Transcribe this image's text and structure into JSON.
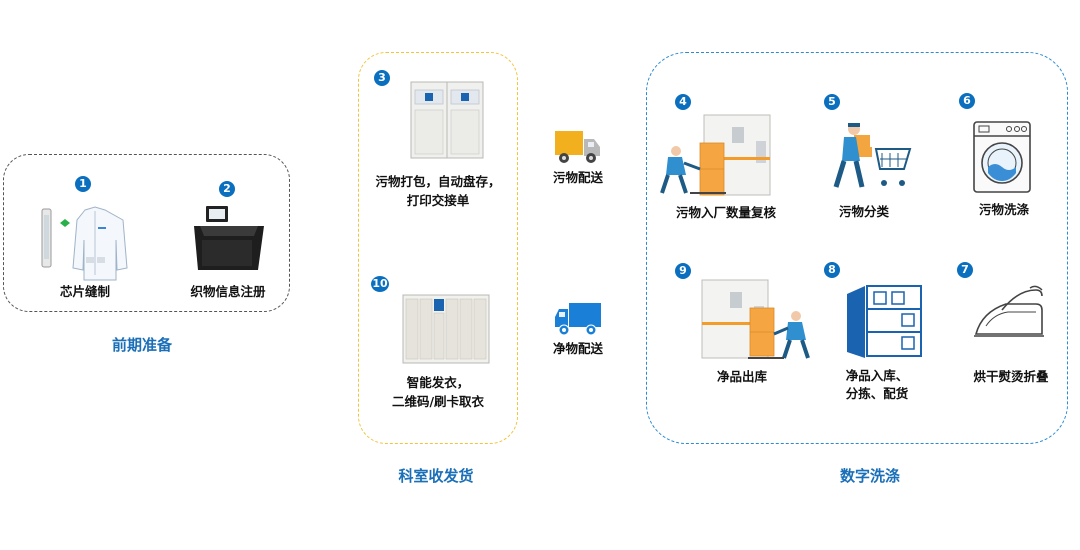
{
  "groups": {
    "prep": {
      "title": "前期准备"
    },
    "dept": {
      "title": "科室收发货"
    },
    "wash": {
      "title": "数字洗涤"
    }
  },
  "steps": [
    {
      "num": "1",
      "label": "芯片缝制",
      "icon": "chip-coat-icon"
    },
    {
      "num": "2",
      "label": "织物信息注册",
      "icon": "registration-machine-icon"
    },
    {
      "num": "3",
      "label": "污物打包，自动盘存，",
      "label2": "打印交接单",
      "icon": "cabinet-icon"
    },
    {
      "num": "4",
      "label": "污物入厂数量复核",
      "icon": "machine-worker-icon"
    },
    {
      "num": "5",
      "label": "污物分类",
      "icon": "cart-worker-icon"
    },
    {
      "num": "6",
      "label": "污物洗涤",
      "icon": "washing-machine-icon"
    },
    {
      "num": "7",
      "label": "烘干熨烫折叠",
      "icon": "iron-icon"
    },
    {
      "num": "8",
      "label": "净品入库、",
      "label2": "分拣、配货",
      "icon": "shelf-icon"
    },
    {
      "num": "9",
      "label": "净品出库",
      "icon": "machine-worker-icon"
    },
    {
      "num": "10",
      "label": "智能发衣，",
      "label2": "二维码/刷卡取衣",
      "icon": "locker-icon"
    }
  ],
  "transport": {
    "dirty": {
      "label": "污物配送",
      "icon": "truck-icon",
      "color": "#f2b01e"
    },
    "clean": {
      "label": "净物配送",
      "icon": "truck-icon",
      "color": "#1a7fd6"
    }
  },
  "colors": {
    "accent": "#1a6fb8",
    "dept_border": "#f2c43a",
    "wash_border": "#2a8ad4"
  }
}
